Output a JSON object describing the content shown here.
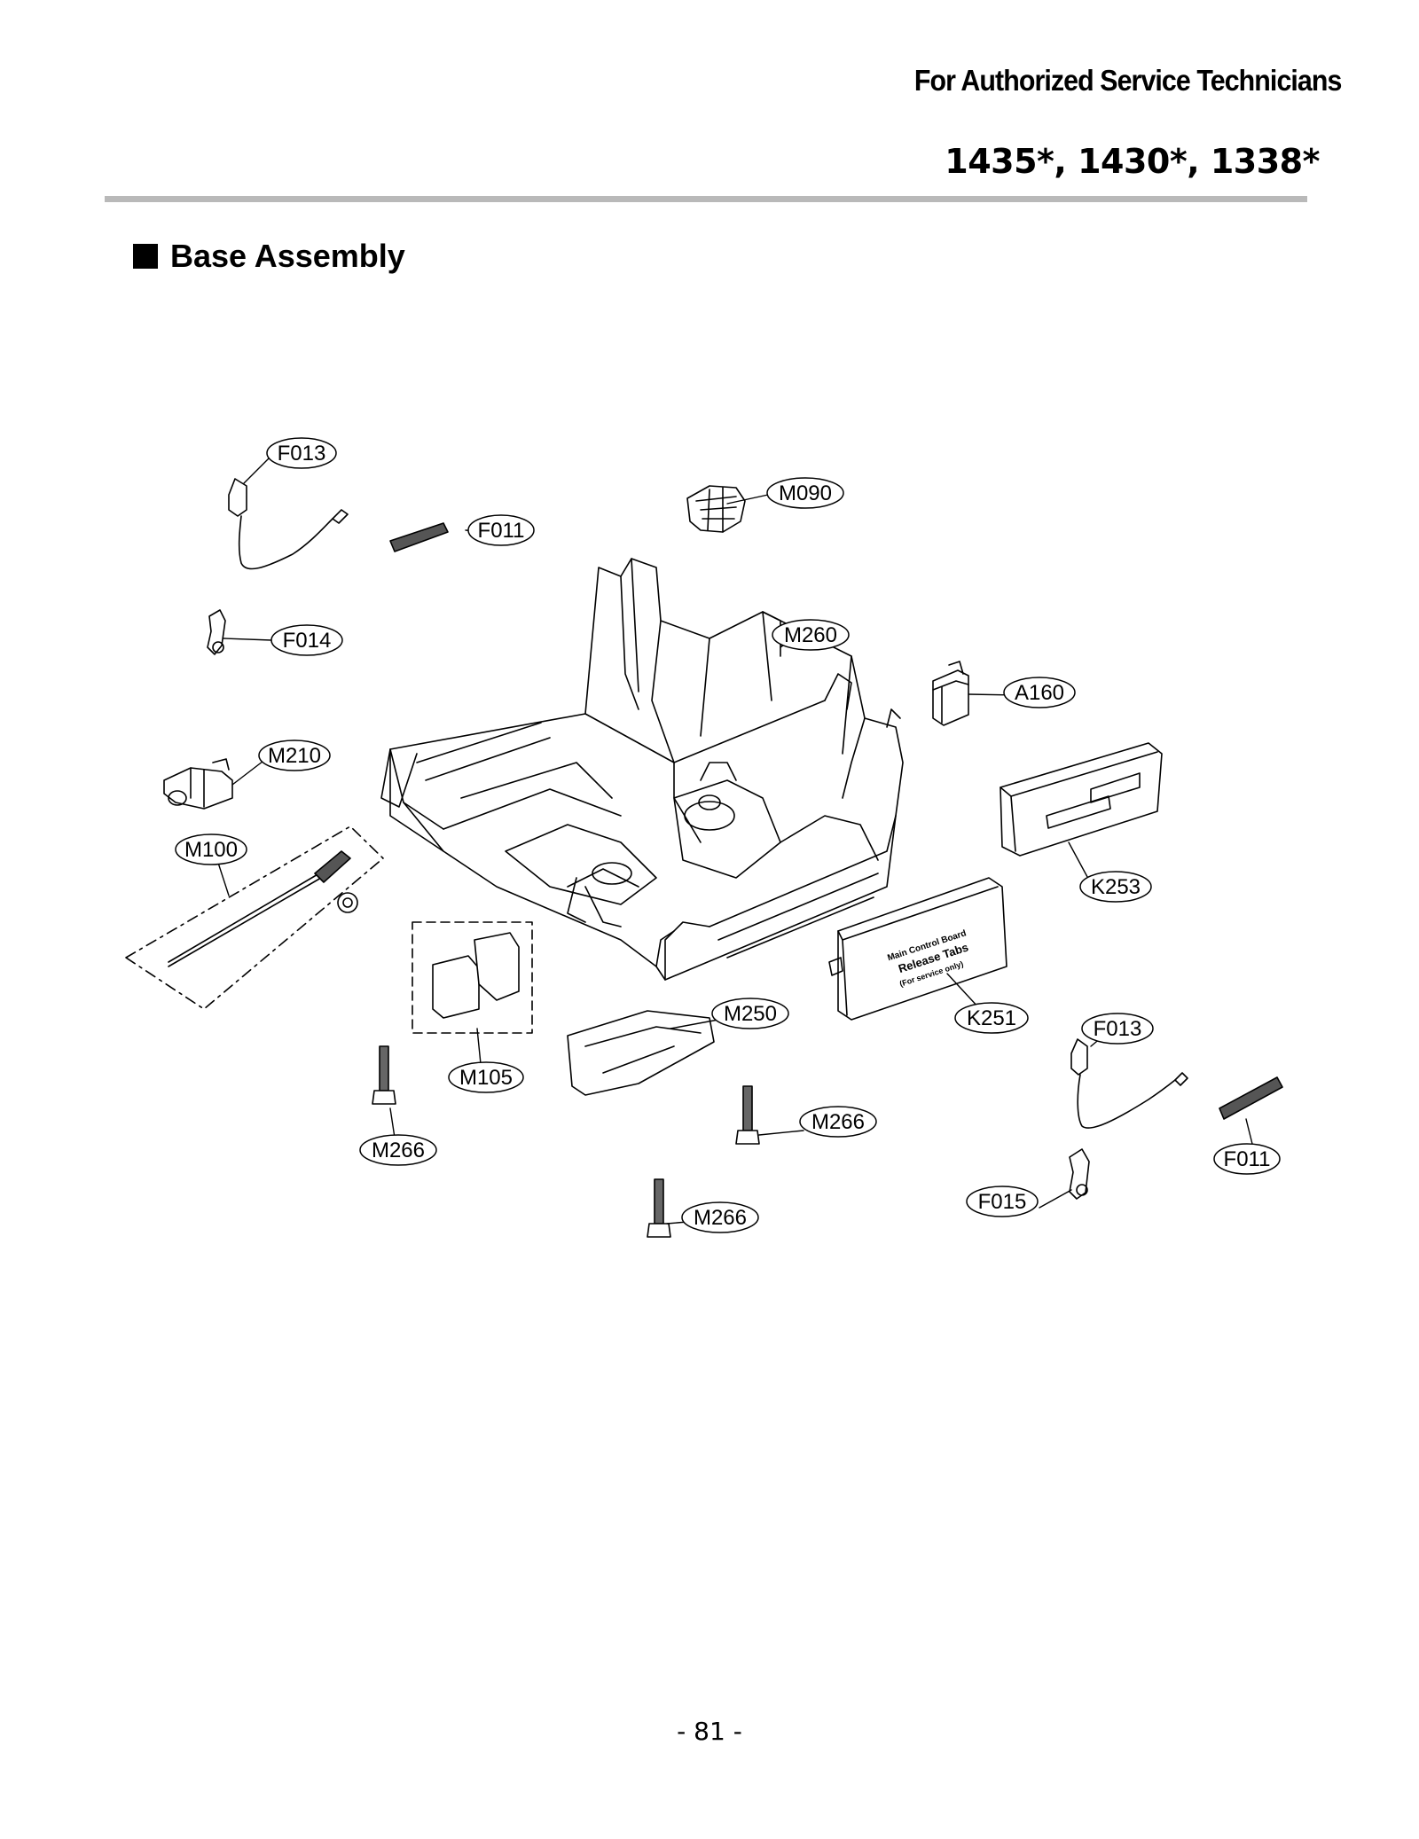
{
  "header": {
    "audience": "For Authorized Service Technicians",
    "models": "1435*, 1430*, 1338*"
  },
  "section": {
    "title": "Base Assembly"
  },
  "parts": {
    "f013_top": "F013",
    "f011_top": "F011",
    "m090": "M090",
    "f014": "F014",
    "m260": "M260",
    "a160": "A160",
    "m210": "M210",
    "m100": "M100",
    "k253": "K253",
    "m105": "M105",
    "m250": "M250",
    "k251": "K251",
    "f013_bottom": "F013",
    "m266_left": "M266",
    "m266_mid": "M266",
    "m266_bottom": "M266",
    "f011_bottom": "F011",
    "f015": "F015"
  },
  "board_label": {
    "line1": "Main Control Board",
    "line2": "Release Tabs",
    "line3": "(For service only)"
  },
  "footer": {
    "page": "- 81 -"
  }
}
